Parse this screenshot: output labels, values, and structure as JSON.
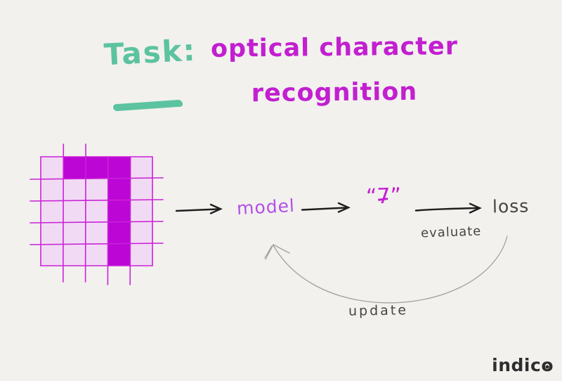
{
  "title": {
    "task": "Task:",
    "line1": "optical character",
    "line2": "recognition"
  },
  "digit_grid": {
    "rows": 5,
    "cols": 5,
    "represents_digit": "7",
    "filled_cells": [
      [
        0,
        1
      ],
      [
        0,
        2
      ],
      [
        0,
        3
      ],
      [
        1,
        3
      ],
      [
        2,
        3
      ],
      [
        3,
        3
      ],
      [
        4,
        3
      ]
    ]
  },
  "pipeline": {
    "model": "model",
    "prediction_quote_open": "“",
    "prediction_digit": "7",
    "prediction_quote_close": "”",
    "loss": "loss",
    "evaluate": "evaluate",
    "update": "update"
  },
  "logo": {
    "prefix": "indic",
    "o": "o"
  },
  "colors": {
    "background": "#f2f1ee",
    "teal_accent": "#5cc3a0",
    "magenta": "#c21fd0",
    "violet": "#b44fe8",
    "grid_line": "#ca22d6",
    "cell_light": "#f1dbf4",
    "cell_filled": "#bb06d6",
    "arrow_black": "#1f1f1f",
    "ink_gray": "#454545",
    "curve_gray": "#a3a19d",
    "logo_color": "#2e2e2e"
  }
}
